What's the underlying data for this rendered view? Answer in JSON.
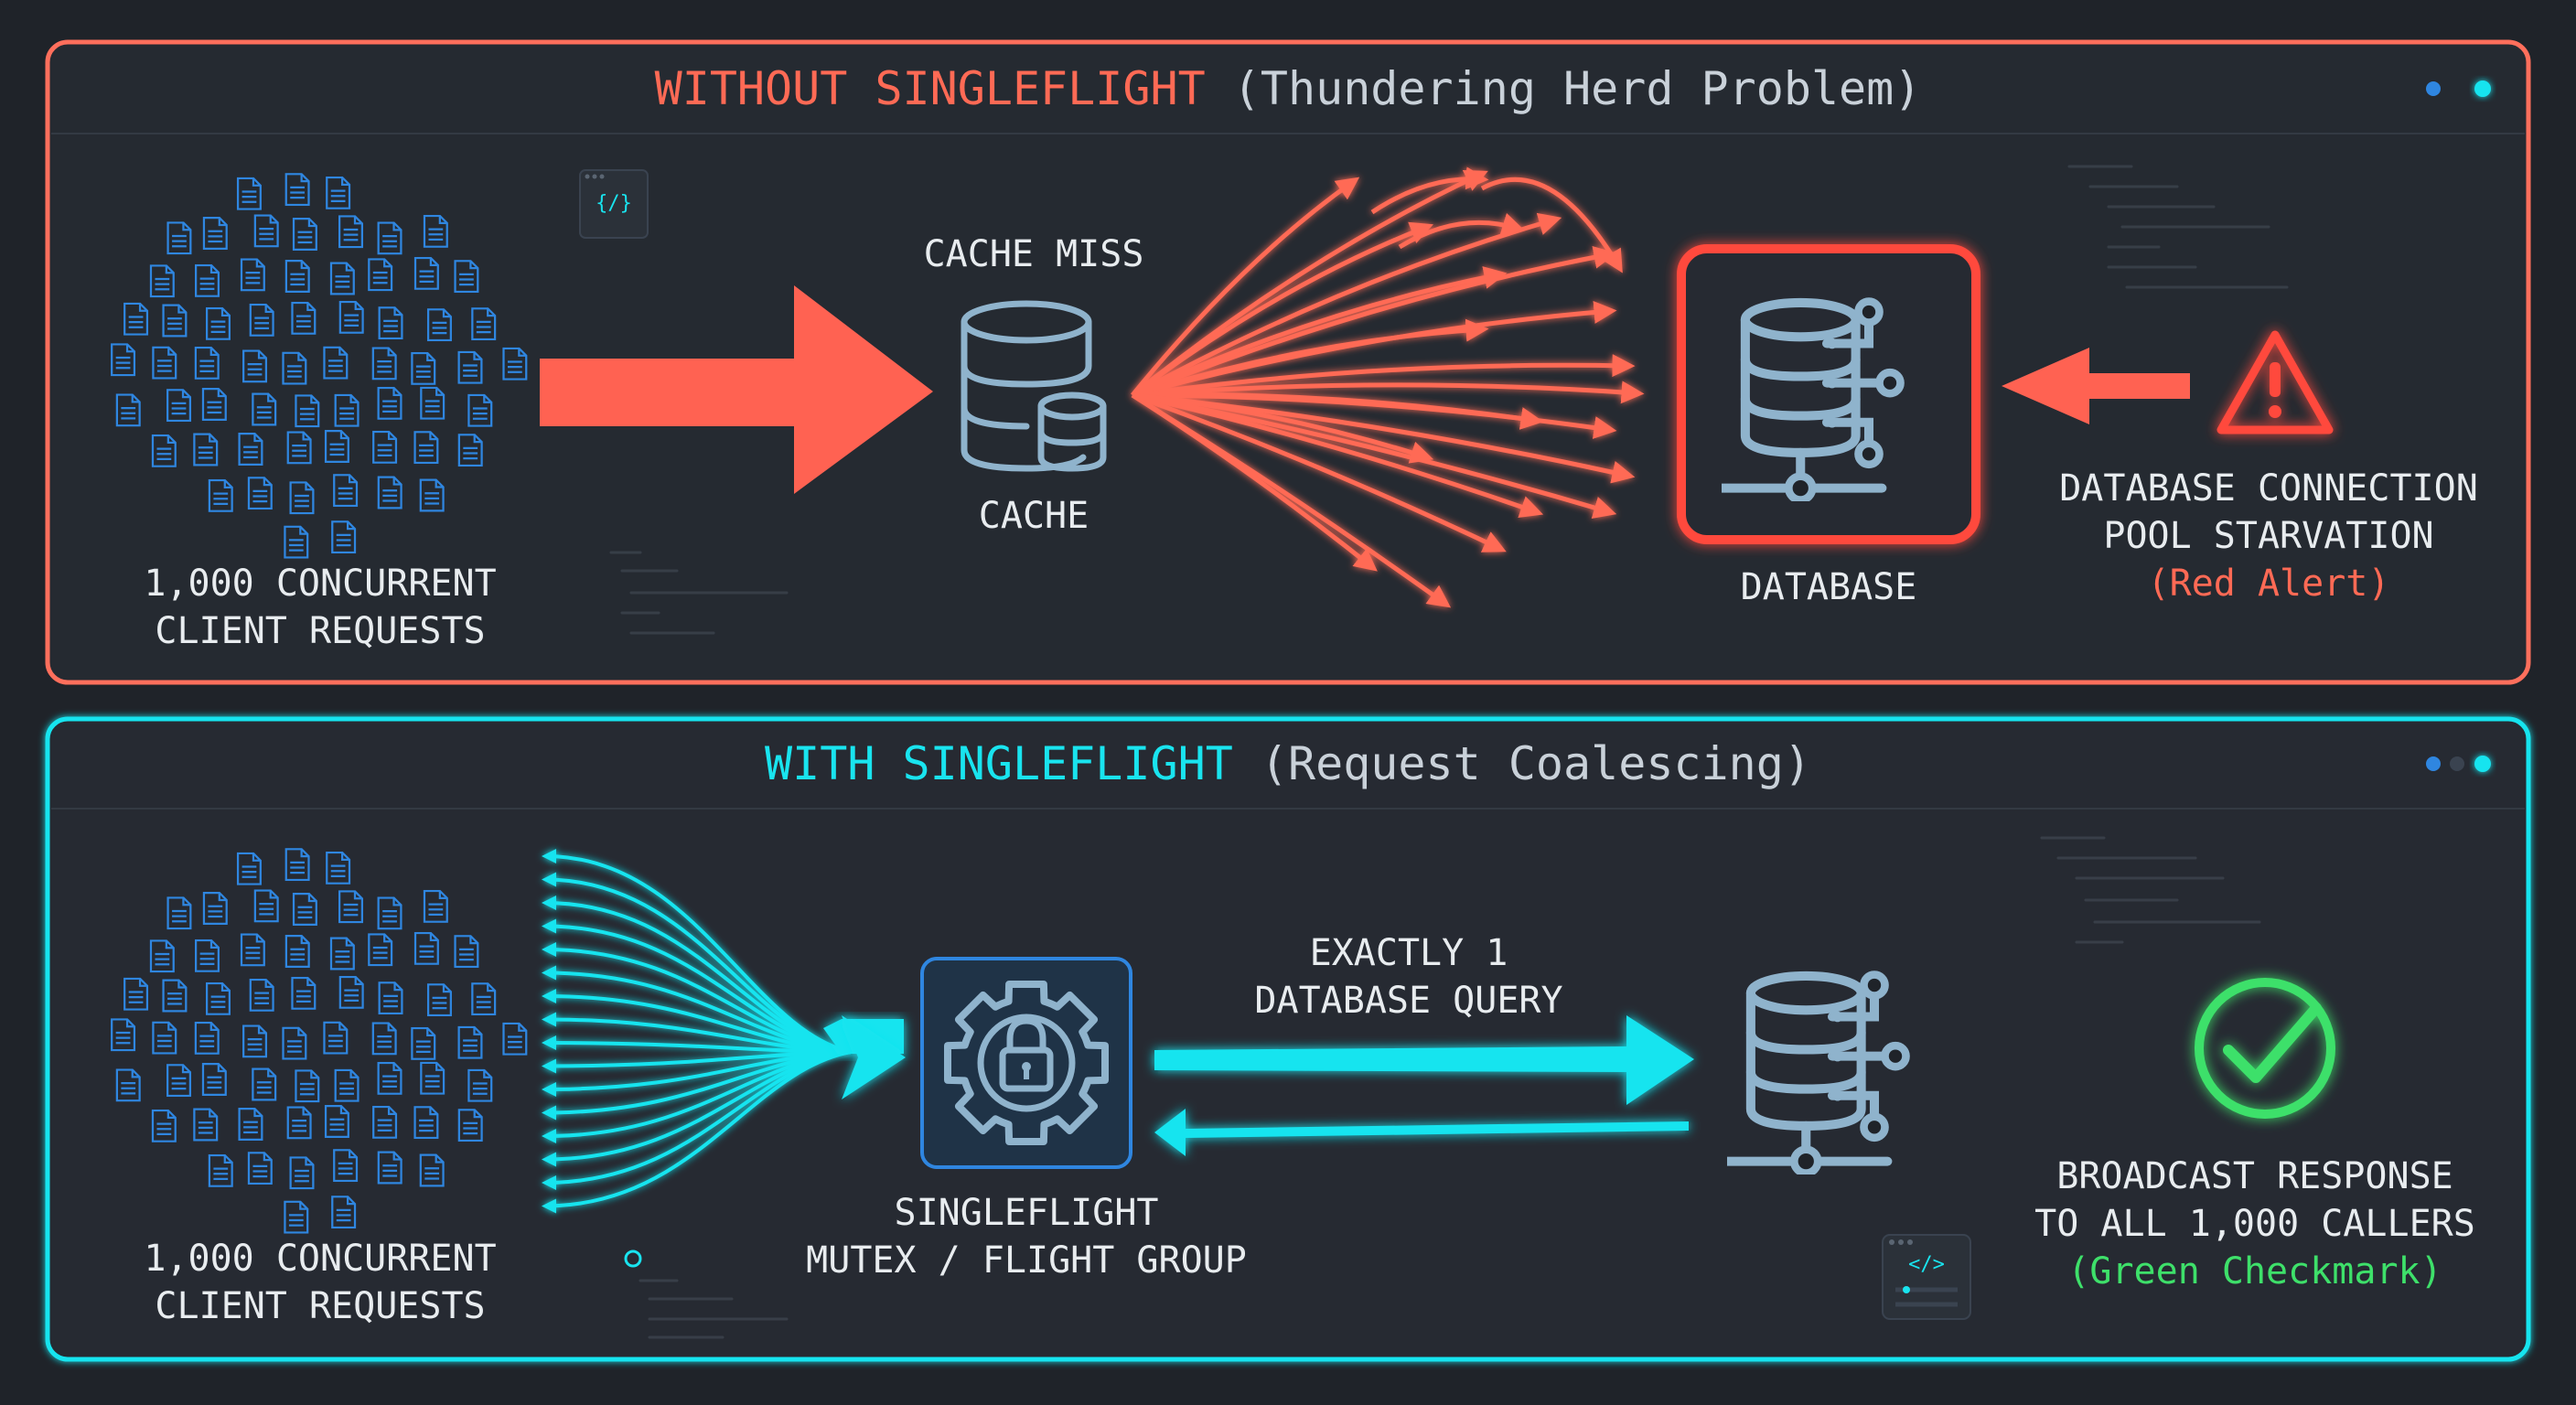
{
  "top_panel": {
    "title_highlight": "WITHOUT SINGLEFLIGHT",
    "title_rest": " (Thundering Herd Problem)",
    "clients_label_line1": "1,000 CONCURRENT",
    "clients_label_line2": "CLIENT REQUESTS",
    "cache_miss_label": "CACHE MISS",
    "cache_label": "CACHE",
    "database_label": "DATABASE",
    "alert_line1": "DATABASE CONNECTION",
    "alert_line2": "POOL STARVATION",
    "alert_line3": "(Red Alert)",
    "code_icon_text": "{/}"
  },
  "bottom_panel": {
    "title_highlight": "WITH SINGLEFLIGHT",
    "title_rest": " (Request Coalescing)",
    "clients_label_line1": "1,000 CONCURRENT",
    "clients_label_line2": "CLIENT REQUESTS",
    "mutex_line1": "SINGLEFLIGHT",
    "mutex_line2": "MUTEX / FLIGHT GROUP",
    "query_line1": "EXACTLY 1",
    "query_line2": "DATABASE QUERY",
    "broadcast_line1": "BROADCAST RESPONSE",
    "broadcast_line2": "TO ALL 1,000 CALLERS",
    "broadcast_line3": "(Green Checkmark)",
    "code_icon_text": "</>"
  },
  "colors": {
    "red_accent": "#ff6a55",
    "cyan_accent": "#19e4ef",
    "doc_blue": "#2f86e0",
    "icon_stroke": "#8fb3cc",
    "success_green": "#3ee06a",
    "label_text": "#e8ecef",
    "background": "#1f2329",
    "panel_fill": "#252a31"
  },
  "icons": [
    "document-icon",
    "database-icon",
    "cache-icon",
    "warning-icon",
    "gear-lock-icon",
    "checkmark-icon",
    "code-icon"
  ]
}
